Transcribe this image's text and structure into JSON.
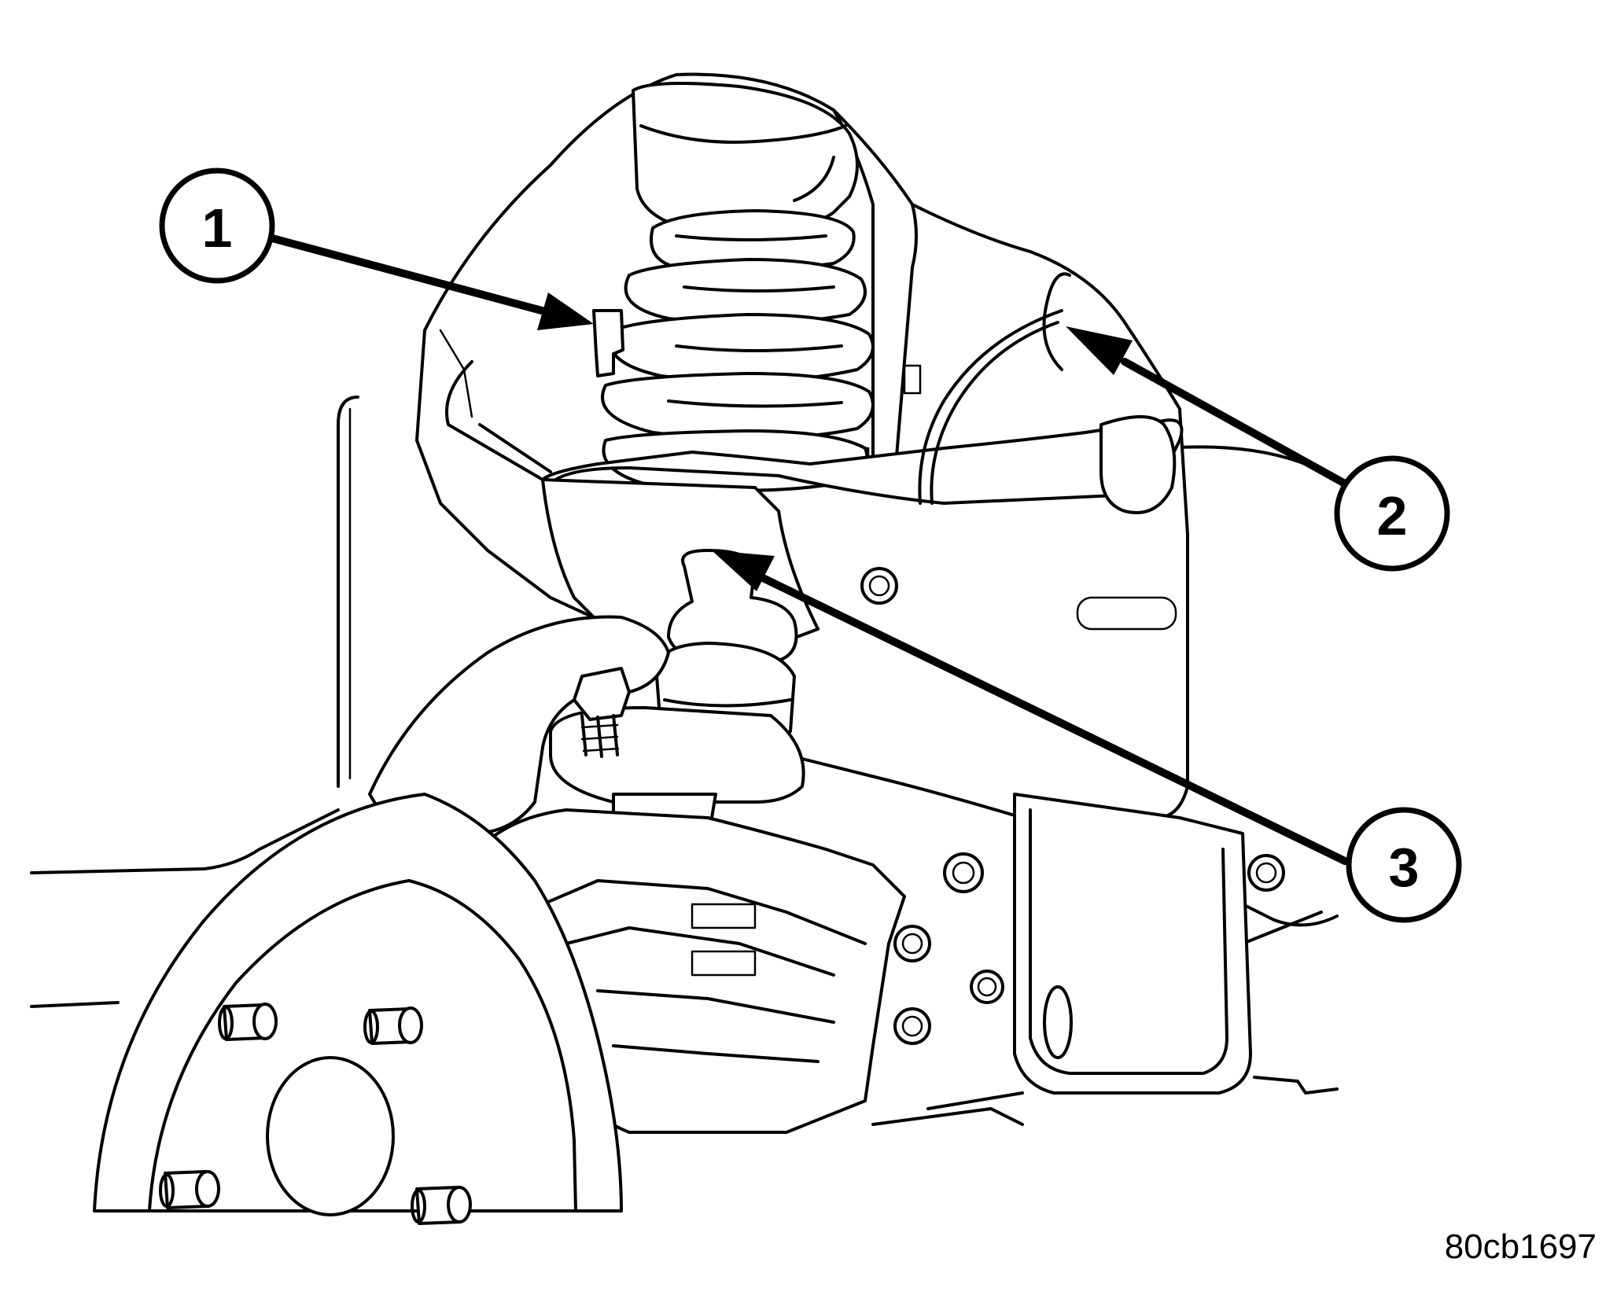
{
  "figure": {
    "id_label": "80cb1697",
    "callouts": [
      {
        "number": "1"
      },
      {
        "number": "2"
      },
      {
        "number": "3"
      }
    ]
  }
}
